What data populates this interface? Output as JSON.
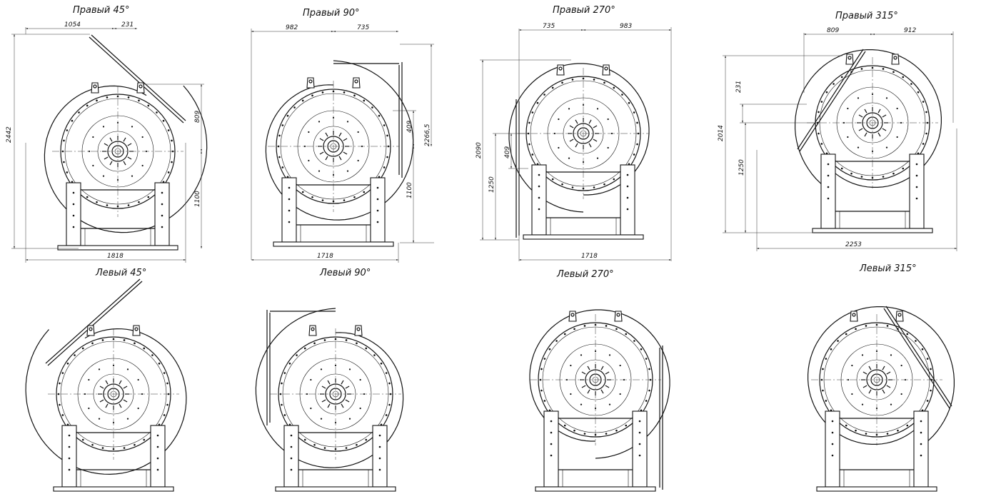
{
  "views": [
    {
      "id": "r45",
      "title": "Правый 45°",
      "dims": [
        "1054",
        "231",
        "2442",
        "809",
        "1100",
        "1818"
      ]
    },
    {
      "id": "r90",
      "title": "Правый 90°",
      "dims": [
        "982",
        "735",
        "409",
        "2266,5",
        "1100",
        "1718"
      ]
    },
    {
      "id": "r270",
      "title": "Правый 270°",
      "dims": [
        "735",
        "983",
        "2090",
        "409",
        "1250",
        "1718"
      ]
    },
    {
      "id": "r315",
      "title": "Правый 315°",
      "dims": [
        "809",
        "912",
        "231",
        "2014",
        "1250",
        "2253"
      ]
    },
    {
      "id": "l45",
      "title": "Левый 45°",
      "dims": []
    },
    {
      "id": "l90",
      "title": "Левый 90°",
      "dims": []
    },
    {
      "id": "l270",
      "title": "Левый 270°",
      "dims": []
    },
    {
      "id": "l315",
      "title": "Левый 315°",
      "dims": []
    }
  ],
  "icons": {
    "fan": "centrifugal-fan-drawing-icon"
  }
}
